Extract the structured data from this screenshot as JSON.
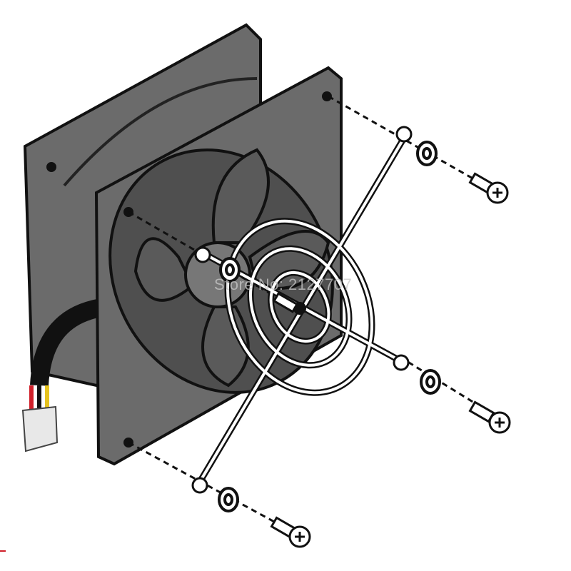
{
  "watermark": "Store No: 2127707",
  "colors": {
    "frame": "#6b6b6b",
    "frame_dark": "#4a4a4a",
    "blade": "#5a5a5a",
    "outline": "#111111",
    "guard": "#ffffff",
    "cable": "#111111",
    "wire_red": "#d0202a",
    "wire_yellow": "#e6c21e",
    "connector": "#e8e8e8"
  },
  "parts": [
    "fan",
    "finger-guard",
    "washers",
    "screws",
    "cable-connector"
  ]
}
